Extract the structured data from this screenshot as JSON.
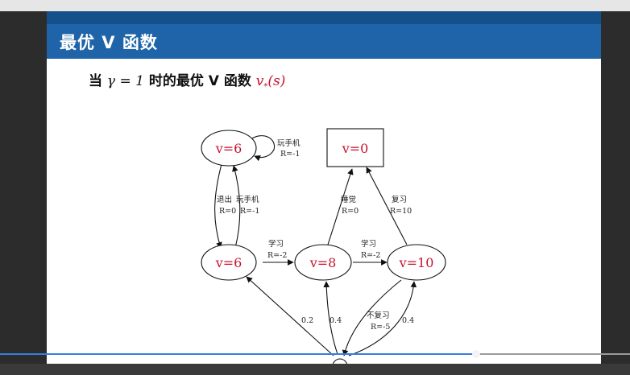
{
  "slide": {
    "title": "最优 V 函数",
    "subtitle": {
      "prefix": "当 ",
      "gamma_expr": "γ = 1",
      "middle": " 时的最优 V 函数 ",
      "vstar": "v",
      "vstar_sub": "*",
      "vstar_arg": "(s)"
    }
  },
  "diagram": {
    "nodes": [
      {
        "id": "phone",
        "label": "v=6",
        "shape": "ellipse"
      },
      {
        "id": "class1",
        "label": "v=6",
        "shape": "ellipse"
      },
      {
        "id": "class2",
        "label": "v=8",
        "shape": "ellipse"
      },
      {
        "id": "class3",
        "label": "v=10",
        "shape": "ellipse"
      },
      {
        "id": "sleep",
        "label": "v=0",
        "shape": "rect"
      },
      {
        "id": "chance",
        "label": "",
        "shape": "small-circle"
      }
    ],
    "edge_labels": {
      "self_loop": {
        "action": "玩手机",
        "reward": "R=-1"
      },
      "quit": {
        "action": "退出",
        "reward": "R=0"
      },
      "play": {
        "action": "玩手机",
        "reward": "R=-1"
      },
      "study1": {
        "action": "学习",
        "reward": "R=-2"
      },
      "study2": {
        "action": "学习",
        "reward": "R=-2"
      },
      "sleep": {
        "action": "睡觉",
        "reward": "R=0"
      },
      "review": {
        "action": "复习",
        "reward": "R=10"
      },
      "not_review": {
        "action": "不复习",
        "reward": "R=-5"
      },
      "p_to_class1": "0.2",
      "p_to_class2": "0.4",
      "p_to_class3": "0.4"
    }
  },
  "player": {
    "progress": 0.756
  }
}
